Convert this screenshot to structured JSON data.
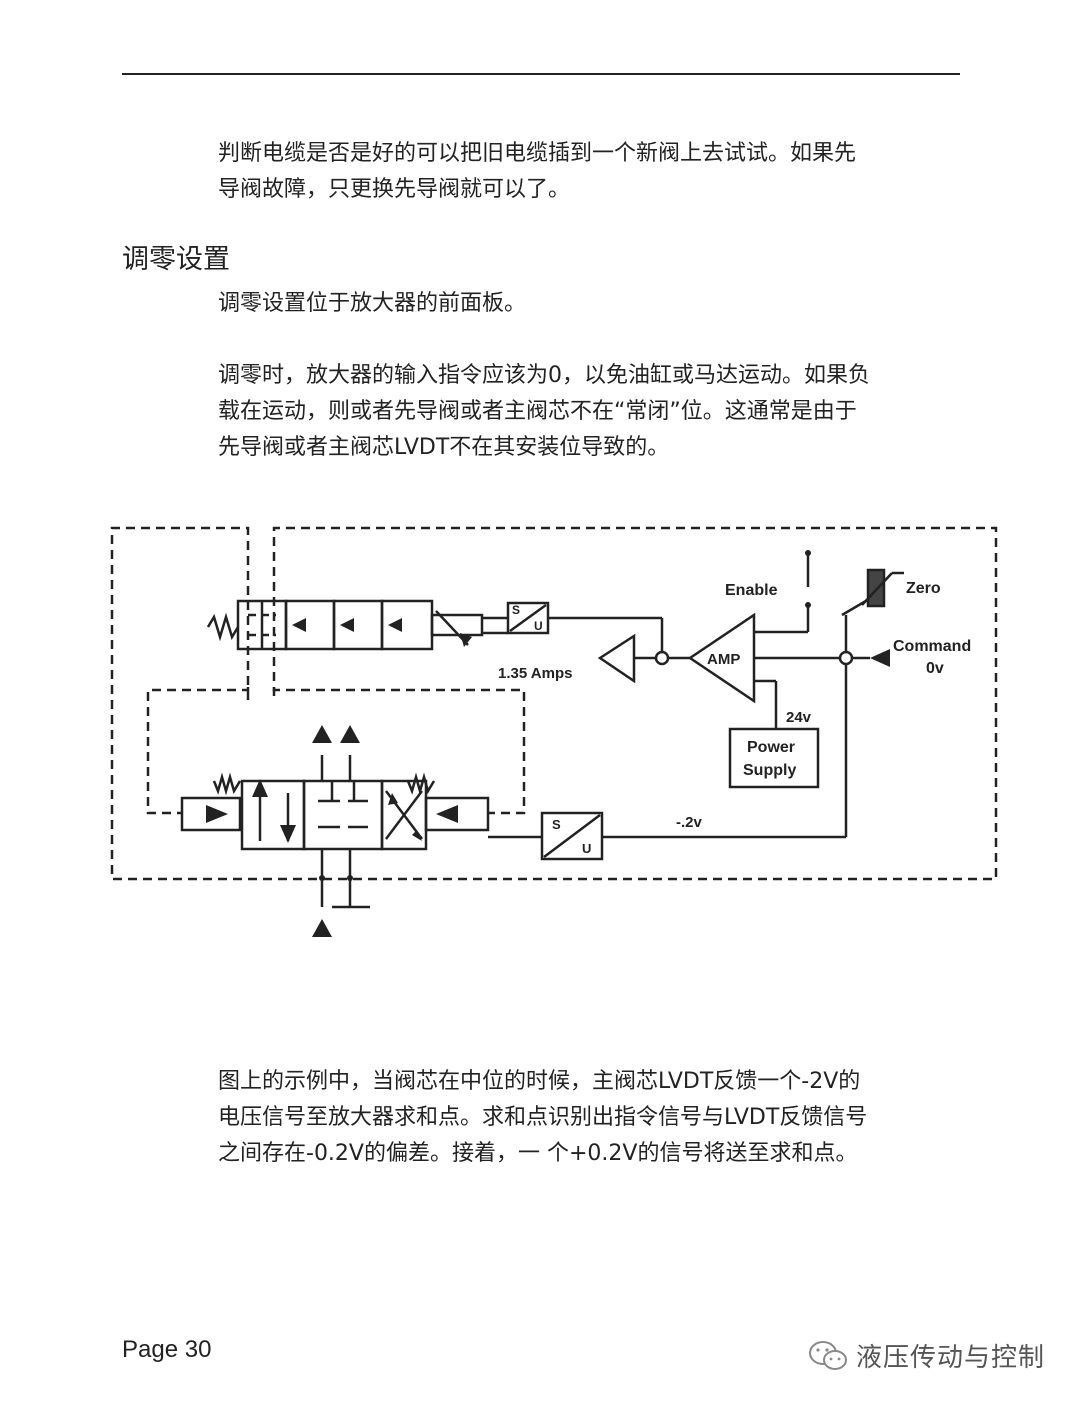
{
  "para1": {
    "line1": "判断电缆是否是好的可以把旧电缆插到一个新阀上去试试。如果先",
    "line2": "导阀故障，只更换先导阀就可以了。"
  },
  "heading": "调零设置",
  "para2": "调零设置位于放大器的前面板。",
  "para3": {
    "line1": "调零时，放大器的输入指令应该为0，以免油缸或马达运动。如果负",
    "line2": "载在运动，则或者先导阀或者主阀芯不在“常闭”位。这通常是由于",
    "line3": "先导阀或者主阀芯LVDT不在其安装位导致的。"
  },
  "diagram": {
    "enable": "Enable",
    "zero": "Zero",
    "command": "Command",
    "command_v": "0v",
    "amp": "AMP",
    "amps": "1.35 Amps",
    "v24": "24v",
    "ps1": "Power",
    "ps2": "Supply",
    "fb": "-.2v",
    "s": "S",
    "u": "U"
  },
  "para4": {
    "line1": "图上的示例中，当阀芯在中位的时候，主阀芯LVDT反馈一个-2V的",
    "line2": "电压信号至放大器求和点。求和点识别出指令信号与LVDT反馈信号",
    "line3": "之间存在-0.2V的偏差。接着，一 个+0.2V的信号将送至求和点。"
  },
  "page_number": "Page 30",
  "watermark": "液压传动与控制"
}
